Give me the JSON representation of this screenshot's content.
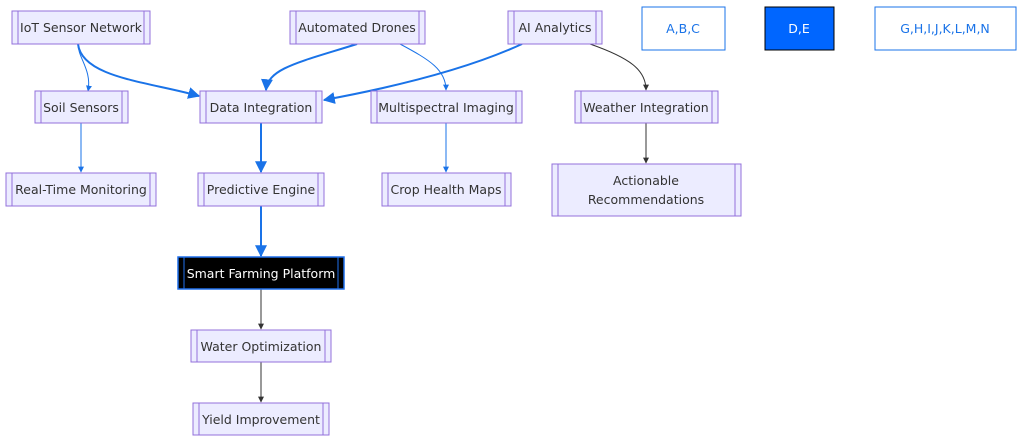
{
  "nodes": {
    "iot": "IoT Sensor Network",
    "drones": "Automated Drones",
    "ai": "AI Analytics",
    "soil": "Soil Sensors",
    "data": "Data Integration",
    "multi": "Multispectral Imaging",
    "weather": "Weather Integration",
    "realtime": "Real-Time Monitoring",
    "predictive": "Predictive Engine",
    "crop": "Crop Health Maps",
    "actionable_1": "Actionable",
    "actionable_2": "Recommendations",
    "platform": "Smart Farming Platform",
    "water": "Water Optimization",
    "yield": "Yield Improvement"
  },
  "legend": {
    "abc": "A,B,C",
    "de": "D,E",
    "rest": "G,H,I,J,K,L,M,N"
  },
  "colors": {
    "node_fill": "#ECECFF",
    "node_stroke": "#9370DB",
    "edge_blue": "#1a73e8",
    "edge_black": "#333333",
    "legend_filled": "#0066ff",
    "platform_fill": "#000000"
  }
}
